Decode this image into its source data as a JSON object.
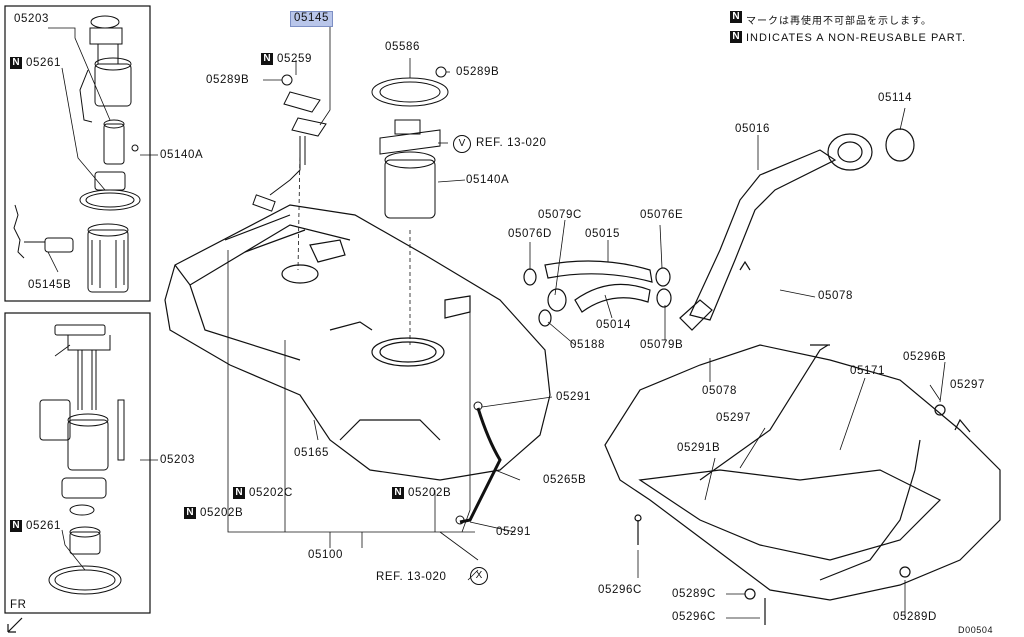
{
  "legend": {
    "non_reusable_mark": "N",
    "note_jp": "マークは再使用不可部品を示します。",
    "note_en": "INDICATES A NON-REUSABLE PART."
  },
  "refs": {
    "ref1": "REF. 13-020",
    "ref1_mark": "V",
    "ref2": "REF. 13-020",
    "ref2_mark": "X"
  },
  "orientation": "FR",
  "drawing_id": "D00504",
  "parts": {
    "p05203_top": "05203",
    "p05261_top": "05261",
    "p05140A_left": "05140A",
    "p05145B": "05145B",
    "p05203_mid": "05203",
    "p05261_bottom": "05261",
    "p05145": "05145",
    "p05259": "05259",
    "p05289B_left": "05289B",
    "p05586": "05586",
    "p05289B_right": "05289B",
    "p05140A_mid": "05140A",
    "p05079C": "05079C",
    "p05076D": "05076D",
    "p05015": "05015",
    "p05076E": "05076E",
    "p05014": "05014",
    "p05188": "05188",
    "p05079B": "05079B",
    "p05016": "05016",
    "p05114": "05114",
    "p05078_right": "05078",
    "p05078_low": "05078",
    "p05171": "05171",
    "p05296B": "05296B",
    "p05297_right": "05297",
    "p05297_mid": "05297",
    "p05291B": "05291B",
    "p05291_top": "05291",
    "p05265B": "05265B",
    "p05291_bottom": "05291",
    "p05165": "05165",
    "p05202C": "05202C",
    "p05202B_left": "05202B",
    "p05202B_right": "05202B",
    "p05100": "05100",
    "p05296C_left": "05296C",
    "p05289C": "05289C",
    "p05296C_bottom": "05296C",
    "p05289D": "05289D"
  }
}
